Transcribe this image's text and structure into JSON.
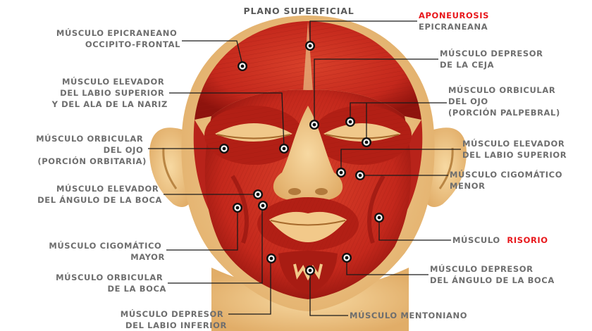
{
  "title": "PLANO SUPERFICIAL",
  "labels": {
    "epicraneano": [
      "MÚSCULO EPICRANEANO",
      "OCCIPITO-FRONTAL"
    ],
    "elevador_labio_ala": [
      "MÚSCULO ELEVADOR",
      "DEL LABIO SUPERIOR",
      "Y DEL ALA DE LA NARIZ"
    ],
    "orbicular_orbitaria": [
      "MÚSCULO ORBICULAR",
      "DEL OJO",
      "(PORCIÓN ORBITARIA)"
    ],
    "elevador_angulo": [
      "MÚSCULO ELEVADOR",
      "DEL ÁNGULO DE LA BOCA"
    ],
    "cigomatico_mayor": [
      "MÚSCULO CIGOMÁTICO",
      "MAYOR"
    ],
    "orbicular_boca": [
      "MÚSCULO ORBICULAR",
      "DE LA BOCA"
    ],
    "depresor_labio_inferior": [
      "MÚSCULO DEPRESOR",
      "DEL LABIO INFERIOR"
    ],
    "aponeurosis_1": "APONEUROSIS",
    "aponeurosis_2": "EPICRANEANA",
    "depresor_ceja": [
      "MÚSCULO DEPRESOR",
      "DE LA CEJA"
    ],
    "orbicular_palpebral": [
      "MÚSCULO ORBICULAR",
      "DEL OJO",
      "(PORCIÓN PALPEBRAL)"
    ],
    "elevador_labio_superior": [
      "MÚSCULO ELEVADOR",
      "DEL LABIO SUPERIOR"
    ],
    "cigomatico_menor": [
      "MÚSCULO CIGOMÁTICO",
      "MENOR"
    ],
    "risorio_a": "MÚSCULO",
    "risorio_b": "RISORIO",
    "depresor_angulo": [
      "MÚSCULO DEPRESOR",
      "DEL ÁNGULO DE LA BOCA"
    ],
    "mentoniano": "MÚSCULO MENTONIANO"
  },
  "colors": {
    "muscle": "#c4281c",
    "muscle_dark": "#8e130d",
    "skin": "#f2c98a",
    "label_gray": "#6e6e6e",
    "highlight_red": "#e8181c"
  }
}
